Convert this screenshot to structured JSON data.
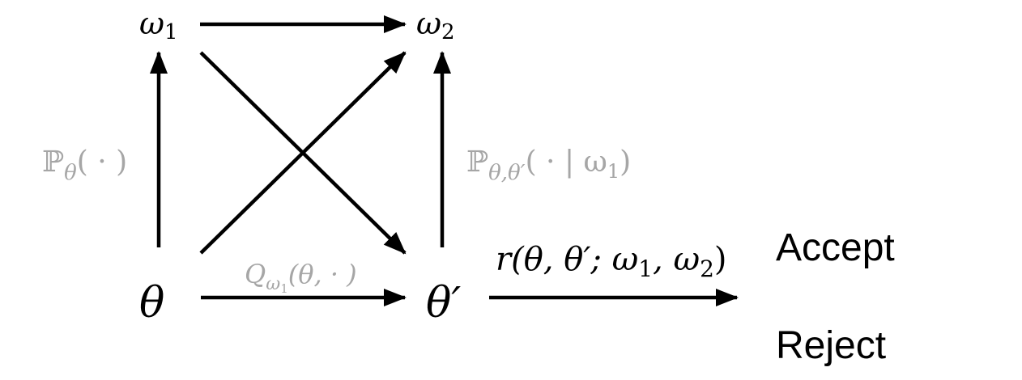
{
  "nodes": {
    "omega1": {
      "base": "ω",
      "sub": "1"
    },
    "omega2": {
      "base": "ω",
      "sub": "2"
    },
    "theta": {
      "base": "θ"
    },
    "theta_prime": {
      "base": "θ",
      "prime": "′"
    },
    "accept": "Accept",
    "reject": "Reject"
  },
  "edge_labels": {
    "p_theta": {
      "bb": "ℙ",
      "sub": "θ",
      "arg": "( · )"
    },
    "p_theta_theta_prime": {
      "bb": "ℙ",
      "sub": "θ,θ′",
      "arg": "( · | ω",
      "arg_sub": "1",
      "arg_close": ")"
    },
    "q_omega": {
      "base": "Q",
      "sub": "ω",
      "subsub": "1",
      "arg": "(θ, · )"
    },
    "r": {
      "text": "r(θ, θ′; ω",
      "sub1": "1",
      "mid": ", ω",
      "sub2": "2",
      "close": ")"
    }
  },
  "colors": {
    "label_gray": "#a6a6a6",
    "ink": "#000000"
  }
}
